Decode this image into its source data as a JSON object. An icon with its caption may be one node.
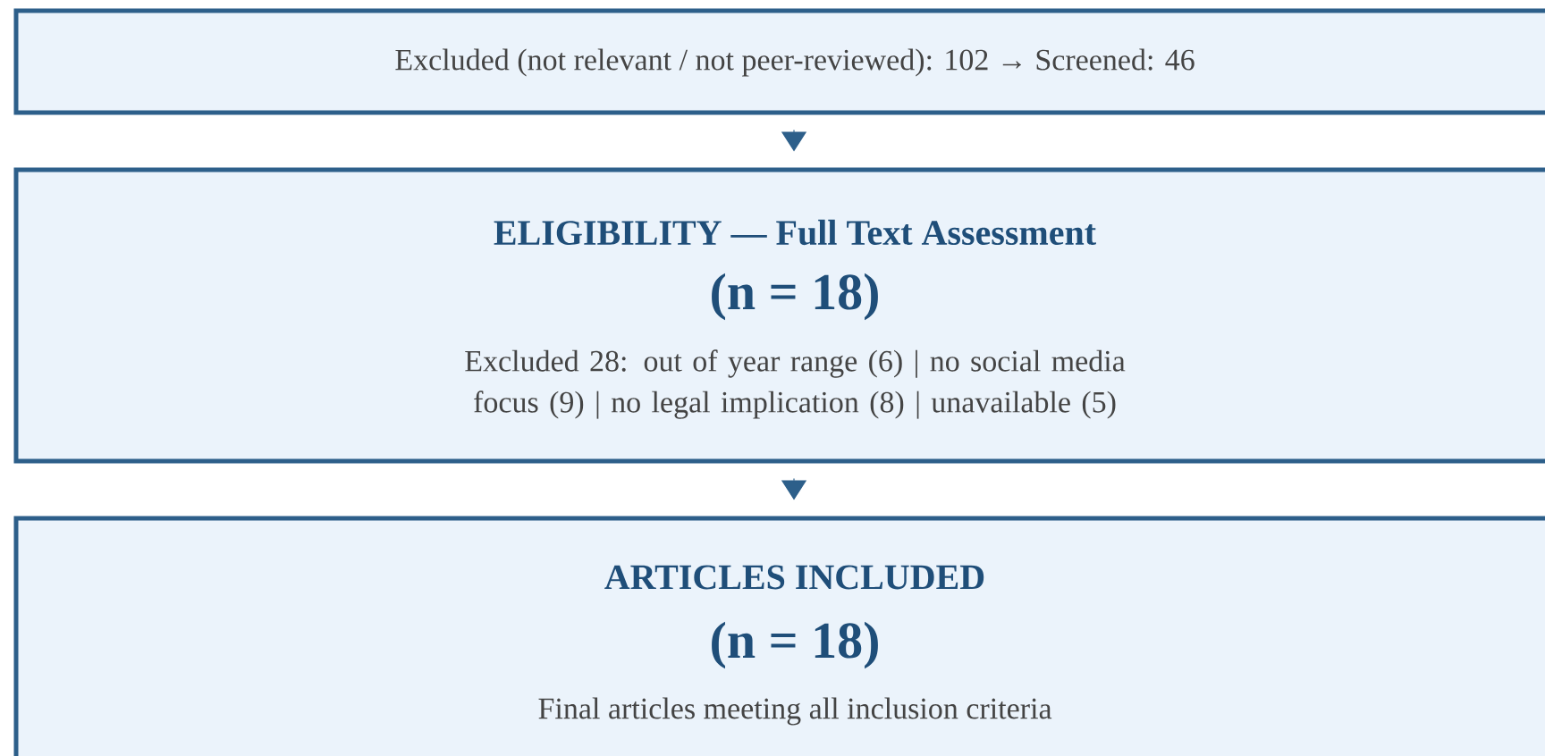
{
  "diagram": {
    "nodes": [
      {
        "text": [
          "Excluded (not relevant / not peer-reviewed): 102 → Screened: 46"
        ]
      },
      {
        "text": [
          "ELIGIBILITY — Full Text Assessment",
          "(n = 18)",
          "Excluded 28: out of year range (6)  |  no social media focus (9)  |  no legal implication (8)  |  unavailable (5)"
        ]
      },
      {
        "text": [
          "ARTICLES INCLUDED",
          "(n = 18)",
          "Final articles meeting all inclusion criteria"
        ]
      }
    ],
    "edges": [
      {
        "from": 0,
        "to": 1,
        "arrow": "to"
      },
      {
        "from": 1,
        "to": 2,
        "arrow": "to"
      }
    ]
  }
}
